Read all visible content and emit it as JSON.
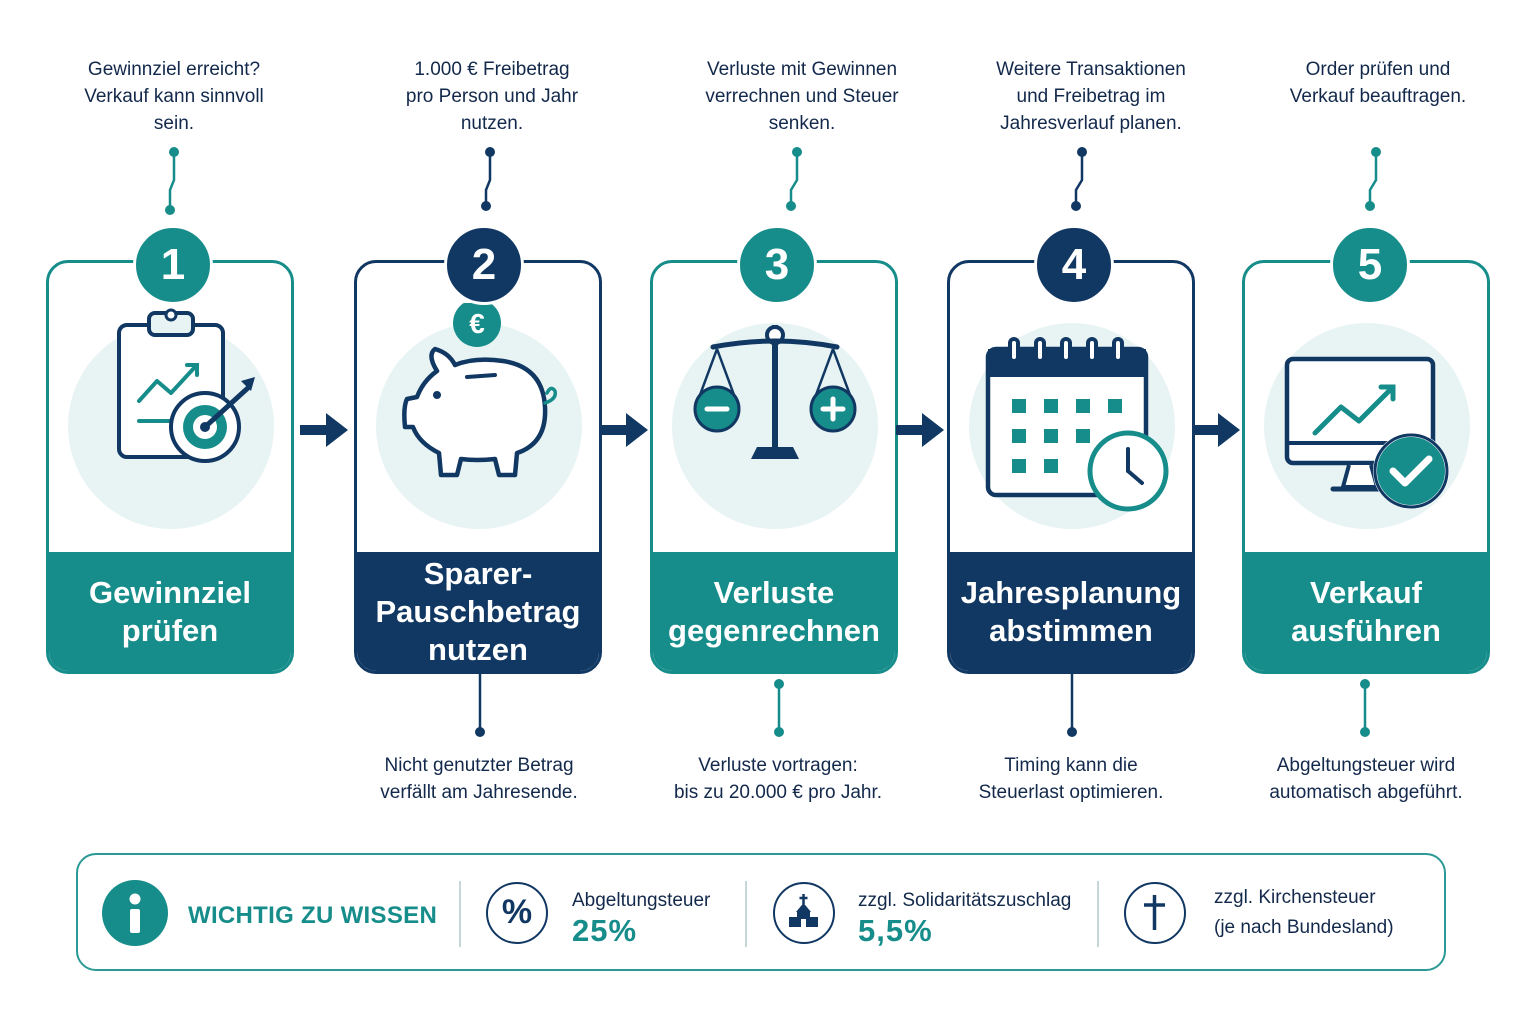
{
  "steps": [
    {
      "number": "1",
      "title_lines": [
        "Gewinnziel",
        "prüfen"
      ],
      "top_note": [
        "Gewinnziel erreicht?",
        "Verkauf kann sinnvoll",
        "sein."
      ],
      "bottom_note": [],
      "icon": "clipboard-target-icon",
      "theme": "teal"
    },
    {
      "number": "2",
      "title_lines": [
        "Sparer-",
        "Pauschbetrag",
        "nutzen"
      ],
      "top_note": [
        "1.000 € Freibetrag",
        "pro Person und Jahr",
        "nutzen."
      ],
      "bottom_note": [
        "Nicht genutzter Betrag",
        "verfällt am Jahresende."
      ],
      "icon": "piggy-bank-euro-icon",
      "coin_symbol": "€",
      "theme": "navy"
    },
    {
      "number": "3",
      "title_lines": [
        "Verluste",
        "gegenrechnen"
      ],
      "top_note": [
        "Verluste mit Gewinnen",
        "verrechnen und Steuer",
        "senken."
      ],
      "bottom_note": [
        "Verluste vortragen:",
        "bis zu 20.000 € pro Jahr."
      ],
      "icon": "balance-scale-icon",
      "theme": "teal"
    },
    {
      "number": "4",
      "title_lines": [
        "Jahresplanung",
        "abstimmen"
      ],
      "top_note": [
        "Weitere Transaktionen",
        "und Freibetrag im",
        "Jahresverlauf planen."
      ],
      "bottom_note": [
        "Timing kann die",
        "Steuerlast optimieren."
      ],
      "icon": "calendar-clock-icon",
      "theme": "navy"
    },
    {
      "number": "5",
      "title_lines": [
        "Verkauf",
        "ausführen"
      ],
      "top_note": [
        "Order prüfen und",
        "Verkauf beauftragen."
      ],
      "bottom_note": [
        "Abgeltungsteuer wird",
        "automatisch abgeführt."
      ],
      "icon": "monitor-check-icon",
      "theme": "teal"
    }
  ],
  "info": {
    "title": "WICHTIG ZU WISSEN",
    "info_symbol": "i",
    "factors": [
      {
        "label": "Abgeltungsteuer",
        "value": "25%",
        "icon": "percent-icon",
        "symbol": "%"
      },
      {
        "label": "zzgl. Solidaritätszuschlag",
        "value": "5,5%",
        "icon": "church-icon"
      },
      {
        "label": "zzgl. Kirchensteuer",
        "label2": "(je nach Bundesland)",
        "icon": "cross-icon"
      }
    ]
  },
  "colors": {
    "teal": "#168d8a",
    "navy": "#113763",
    "halo": "#e8f4f3"
  }
}
